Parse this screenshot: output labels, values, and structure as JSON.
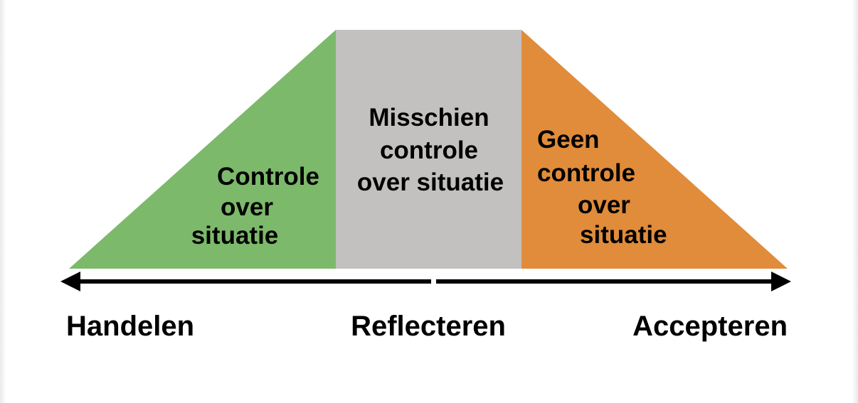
{
  "colors": {
    "green_section": "#7CB96A",
    "gray_section": "#C2C1C0",
    "orange_section": "#E08C3B",
    "arrow": "#000000",
    "text": "#000000",
    "page_edge": "#EBEBEB"
  },
  "sections": {
    "green": {
      "label": "Controle over situatie",
      "lines": [
        "Controle",
        "over",
        "situatie"
      ]
    },
    "gray": {
      "label": "Misschien controle over situatie",
      "lines": [
        "Misschien",
        "controle",
        "over situatie"
      ]
    },
    "orange": {
      "label": "Geen controle over situatie",
      "lines": [
        "Geen",
        "controle",
        "over",
        "situatie"
      ]
    }
  },
  "axis": {
    "left": "Handelen",
    "center": "Reflecteren",
    "right": "Accepteren"
  }
}
